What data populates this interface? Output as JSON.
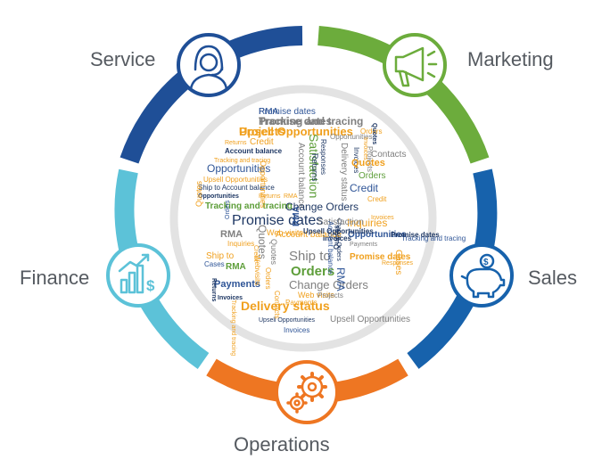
{
  "departments": {
    "service": {
      "label": "Service",
      "color": "#1f4f97",
      "icon": "headset-agent-icon"
    },
    "marketing": {
      "label": "Marketing",
      "color": "#6cac3c",
      "icon": "megaphone-icon"
    },
    "finance": {
      "label": "Finance",
      "color": "#5cc2d8",
      "icon": "growth-chart-dollar-icon"
    },
    "sales": {
      "label": "Sales",
      "color": "#1762ac",
      "icon": "piggy-bank-icon"
    },
    "operations": {
      "label": "Operations",
      "color": "#ee7622",
      "icon": "gears-icon"
    }
  },
  "word_cloud": [
    "Promise dates",
    "Tracking and tracing",
    "Upsell Opportunities",
    "Returns",
    "Credit",
    "Account balance",
    "Tracking and tracing",
    "Opportunities",
    "Upsell Opportunities",
    "Ship to Account balance",
    "Opportunities",
    "Returns",
    "RMA",
    "Quotes",
    "Tracking and tracing",
    "Promise dates",
    "RMA",
    "Web visits",
    "Inquiries",
    "Ship to",
    "Cases",
    "RMA",
    "Payments",
    "Invoices",
    "Ship to",
    "Orders",
    "Change Orders",
    "Delivery status",
    "Upsell Opportunities",
    "Upsell Opportunities",
    "Invoices",
    "Account balance",
    "Satisfaction",
    "Responses",
    "Opportunities",
    "Delivery status",
    "Invoices",
    "Orders",
    "Projects",
    "Quotes",
    "Contacts",
    "Quotes",
    "Orders",
    "Credit",
    "Invoices",
    "Inquiries",
    "Opportunities",
    "Payments",
    "Tracking and tracing",
    "Promise dates",
    "Invoices",
    "Quotes",
    "RMA",
    "Promise dates",
    "Responses",
    "Cases",
    "RMA",
    "Quotes",
    "Change Orders",
    "Satisfaction",
    "Account balance",
    "Orders",
    "Web visits",
    "Contacts",
    "Credit",
    "Returns",
    "Projects",
    "Payments",
    "Tracking and tracing",
    "Upsell Opportunities",
    "Invoices",
    "Account balance",
    "Webvisits",
    "Orders",
    "Quotes",
    "Credit",
    "Returns",
    "Change Orders",
    "Opportunities",
    "RMA",
    "Promise dates",
    "Projects"
  ]
}
